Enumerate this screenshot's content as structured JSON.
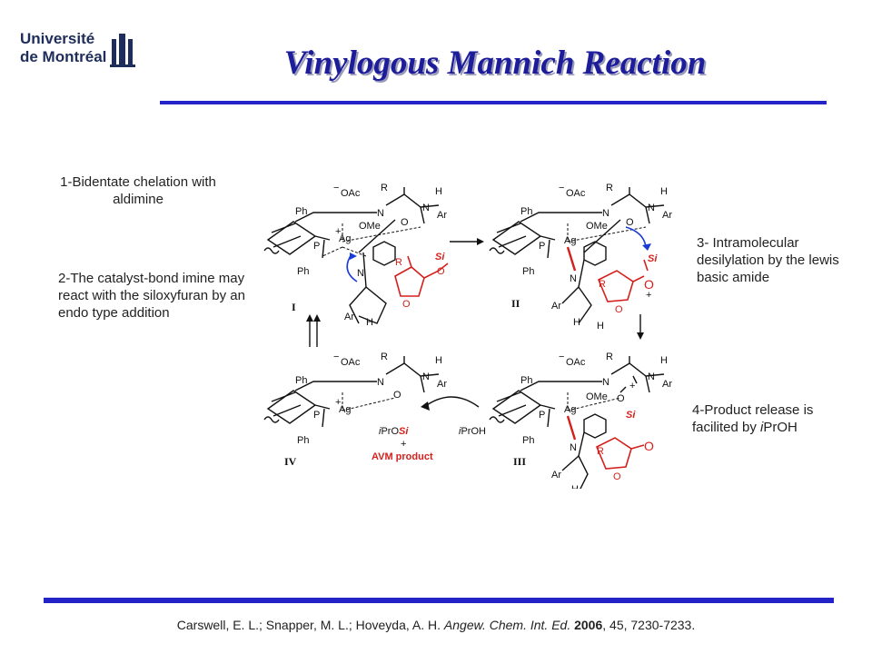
{
  "header": {
    "logo_line1": "Université",
    "logo_line2": "de Montréal",
    "title": "Vinylogous Mannich Reaction"
  },
  "notes": {
    "n1": "1-Bidentate chelation with aldimine",
    "n2": "2-The catalyst-bond imine may react with the siloxyfuran by an endo type addition",
    "n3": "3- Intramolecular desilylation by the lewis basic amide",
    "n4_prefix": "4-Product release is facilited by ",
    "n4_italic": "i",
    "n4_suffix": "PrOH"
  },
  "scheme": {
    "stage_labels": [
      "I",
      "II",
      "III",
      "IV"
    ],
    "labels": {
      "oac": "OAc",
      "minus": "−",
      "plus": "+",
      "r": "R",
      "ph": "Ph",
      "p": "P",
      "ag": "Ag",
      "n": "N",
      "h": "H",
      "ar": "Ar",
      "ome": "OMe",
      "o": "O",
      "si": "Si",
      "iprosi_pre": "i",
      "iprosi_mid": "PrO",
      "iprosi_si": "Si",
      "iproh_pre": "i",
      "iproh_post": "PrOH",
      "avm_product": "AVM product"
    },
    "colors": {
      "black": "#111111",
      "red": "#d4201c",
      "blue": "#1a3bd6"
    }
  },
  "citation": {
    "authors": "Carswell, E. L.; Snapper, M. L.; Hoveyda, A. H. ",
    "journal": "Angew. Chem. Int. Ed.",
    "year": "2006",
    "rest": ", 45, 7230-7233."
  }
}
